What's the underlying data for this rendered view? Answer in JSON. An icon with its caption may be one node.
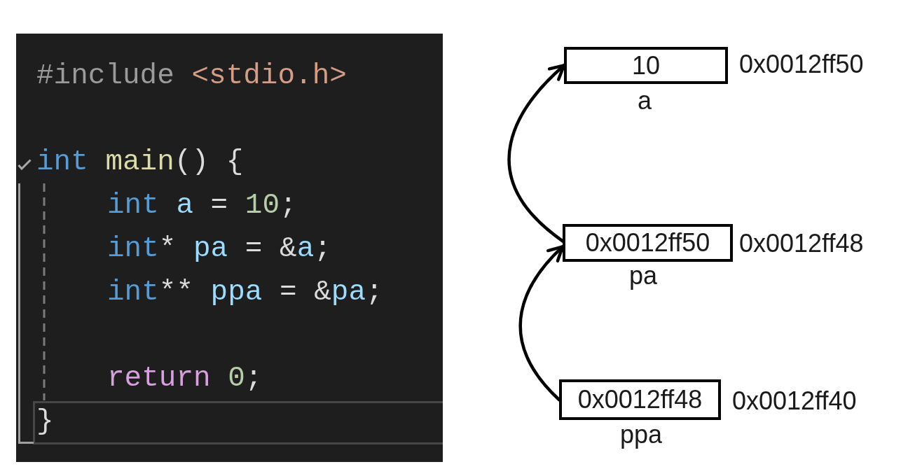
{
  "diagram": {
    "nodes": [
      {
        "text": [
          "#include <stdio.h>",
          "int main() {",
          "int a = 10;",
          "int* pa = &a;",
          "int** ppa = &pa;",
          "return 0;",
          "}"
        ]
      },
      {
        "text": [
          "10"
        ],
        "beside": [
          "0x0012ff50",
          "a"
        ]
      },
      {
        "text": [
          "0x0012ff50"
        ],
        "beside": [
          "0x0012ff48",
          "pa"
        ]
      },
      {
        "text": [
          "0x0012ff48"
        ],
        "beside": [
          "0x0012ff40",
          "ppa"
        ]
      }
    ],
    "edges": [
      {
        "from": 2,
        "to": 1,
        "arrow": "to"
      },
      {
        "from": 3,
        "to": 2,
        "arrow": "to"
      }
    ]
  }
}
